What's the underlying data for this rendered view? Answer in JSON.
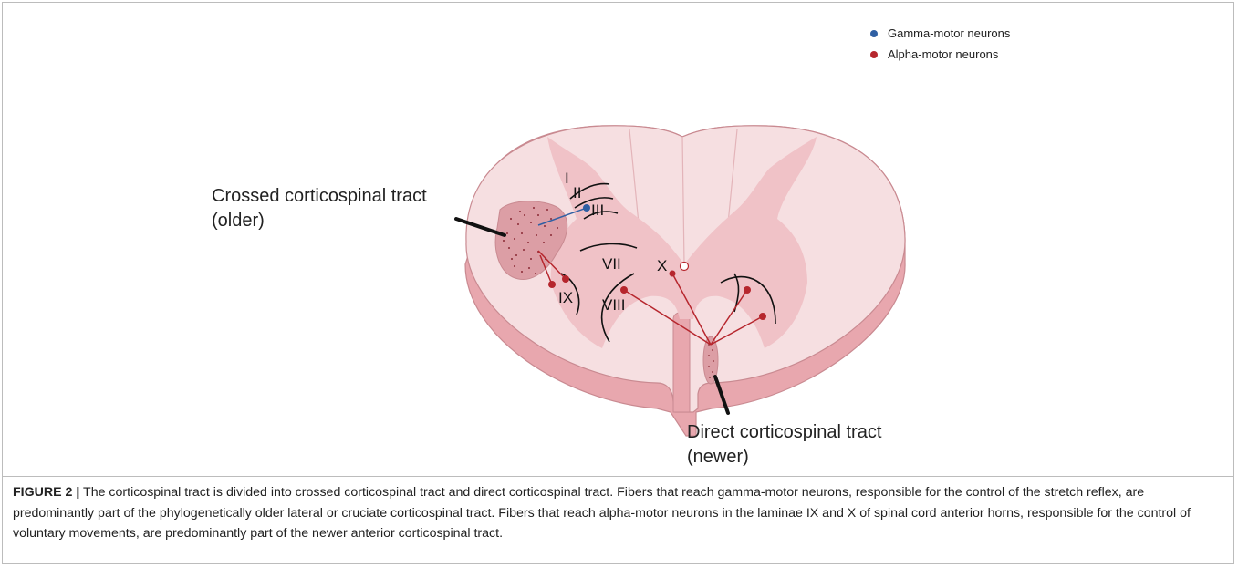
{
  "legend": [
    {
      "label": "Gamma-motor neurons",
      "color": "#2f5fa3"
    },
    {
      "label": "Alpha-motor neurons",
      "color": "#b6262d"
    }
  ],
  "labels": {
    "crossed_line1": "Crossed corticospinal tract",
    "crossed_line2": "(older)",
    "direct_line1": "Direct corticospinal tract",
    "direct_line2": "(newer)"
  },
  "laminae": {
    "I": "I",
    "II": "II",
    "III": "III",
    "VII": "VII",
    "VIII": "VIII",
    "IX": "IX",
    "X": "X"
  },
  "caption": {
    "prefix": "FIGURE 2 |",
    "text": "The corticospinal tract is divided into crossed corticospinal tract and direct corticospinal tract. Fibers that reach gamma-motor neurons, responsible for the control of the stretch reflex, are predominantly part of the phylogenetically older lateral or cruciate corticospinal tract. Fibers that reach alpha-motor neurons in the laminae IX and X of spinal cord anterior horns, responsible for the control of voluntary movements, are predominantly part of the newer anterior corticospinal tract."
  },
  "colors": {
    "white_matter": "#f6dfe1",
    "gray_matter": "#f0c2c7",
    "rim": "#e8a7ae",
    "tract": "#dc9ea5",
    "outline": "#c98a91",
    "gamma": "#2f5fa3",
    "alpha": "#b6262d"
  }
}
